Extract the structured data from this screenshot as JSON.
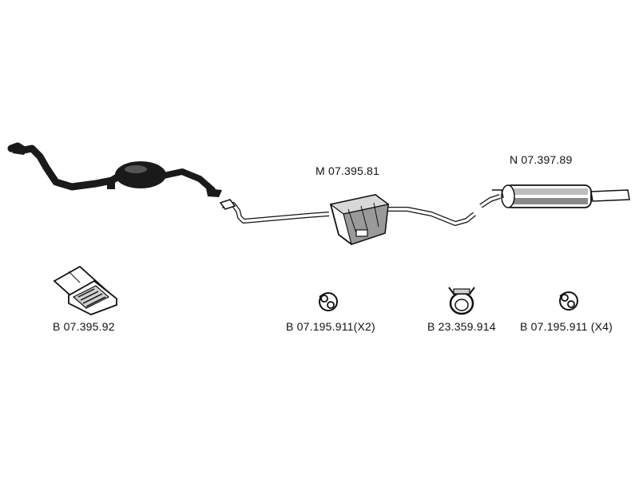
{
  "parts": {
    "middle_silencer": {
      "code": "M 07.395.81",
      "icon": "middle-silencer-icon"
    },
    "rear_silencer": {
      "code": "N 07.397.89",
      "icon": "rear-silencer-icon"
    },
    "front_pipe": {
      "icon": "front-pipe-catalyst-icon"
    },
    "mounting_kit": {
      "code": "B 07.395.92",
      "icon": "mounting-kit-icon"
    },
    "rubber_mount_x2": {
      "code": "B 07.195.911(X2)",
      "icon": "rubber-mount-icon"
    },
    "clamp": {
      "code": "B 23.359.914",
      "icon": "pipe-clamp-icon"
    },
    "rubber_mount_x4": {
      "code": "B 07.195.911 (X4)",
      "icon": "rubber-mount-icon"
    }
  },
  "colors": {
    "line": "#111111",
    "fill_dark": "#1a1a1a",
    "fill_light": "#ffffff",
    "shade": "#9a9a9a"
  }
}
